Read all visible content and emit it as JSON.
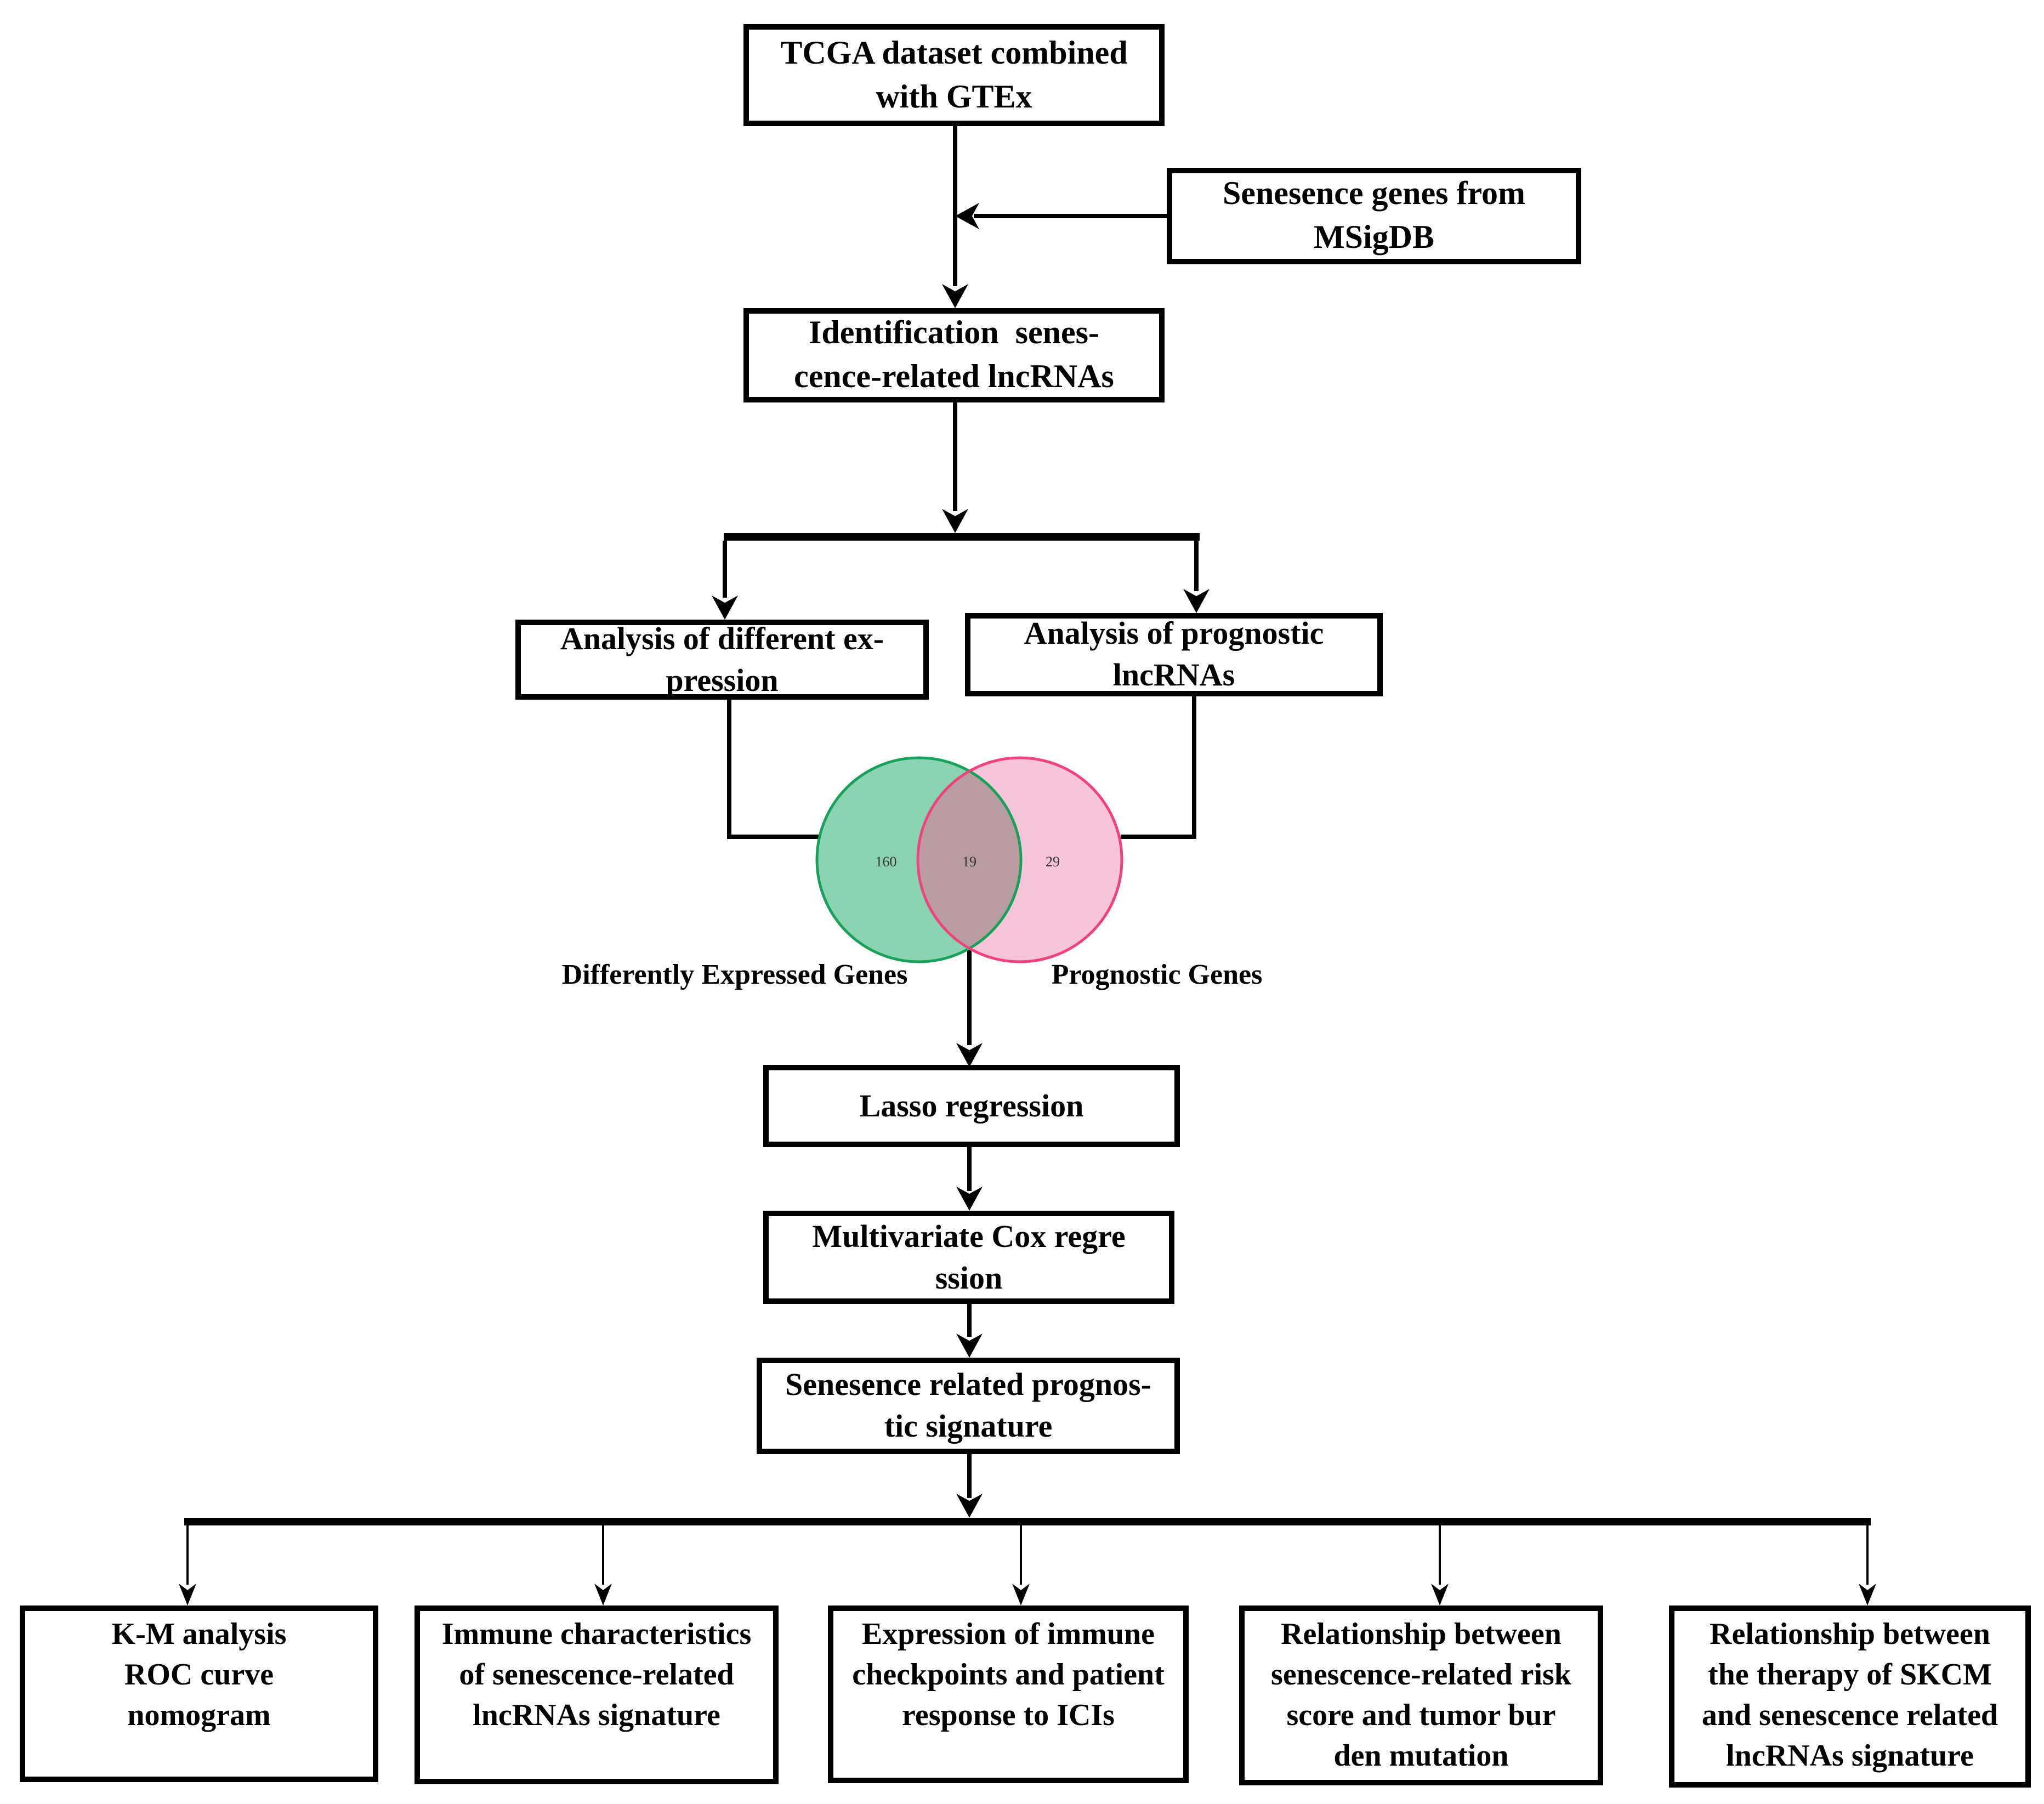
{
  "title": "Senescence-related lncRNAs study workflow flowchart",
  "flow": {
    "tcga": {
      "text": "TCGA dataset combined\nwith GTEx"
    },
    "msigdb": {
      "text": "Senesence genes from\nMSigDB"
    },
    "identification": {
      "text": "Identification  senes-\ncence-related lncRNAs"
    },
    "diff_expression": {
      "text": "Analysis of different ex-\npression"
    },
    "prognostic_lncrnas": {
      "text": "Analysis of prognostic\nlncRNAs"
    },
    "lasso": {
      "text": "Lasso regression"
    },
    "multivariate_cox": {
      "text": "Multivariate Cox regre\nssion"
    },
    "signature": {
      "text": "Senesence related prognos-\ntic signature"
    },
    "outcomes": [
      {
        "text": "K-M analysis\nROC curve\nnomogram"
      },
      {
        "text": "Immune characteristics\nof senescence-related\nlncRNAs signature"
      },
      {
        "text": "Expression of immune\ncheckpoints and patient\nresponse to ICIs"
      },
      {
        "text": "Relationship between\nsenescence-related risk\nscore and tumor bur\nden mutation"
      },
      {
        "text": "Relationship between\nthe therapy of SKCM\nand senescence related\nlncRNAs signature"
      }
    ]
  },
  "venn": {
    "left_label": "Differently Expressed Genes",
    "right_label": "Prognostic Genes",
    "left_count": "160",
    "overlap_count": "19",
    "right_count": "29",
    "colors": {
      "left_fill": "#8BD4B3",
      "left_stroke": "#17A15B",
      "right_fill": "#F8C4D9",
      "right_stroke": "#F0437E",
      "overlap_fill": "#B89EA3",
      "count_color": "#333333"
    }
  }
}
